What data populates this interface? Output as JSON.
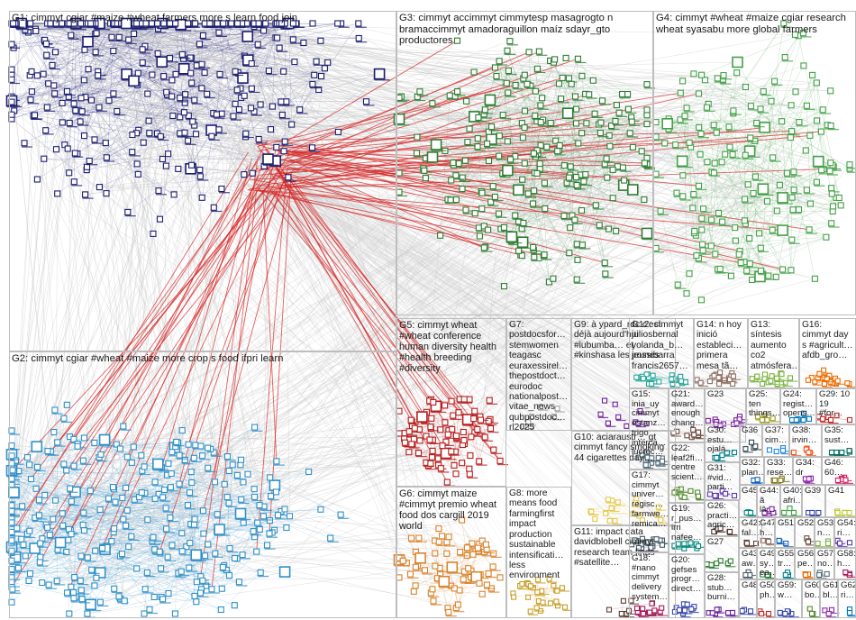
{
  "graph": {
    "edge_colors": {
      "cross": "#c6c6c6",
      "highlight": "#d72020"
    },
    "groups": [
      {
        "id": "G1",
        "label": "G1: cimmyt cgiar #maize #wheat farmers more s learn food join",
        "color": "#1b1d6e"
      },
      {
        "id": "G2",
        "label": "G2: cimmyt cgiar #wheat #maize more crop s food ifpri learn",
        "color": "#2f8fc8"
      },
      {
        "id": "G3",
        "label": "G3: cimmyt accimmyt cimmytesp masagrogto n bramaccimmyt amadoraguillon maíz sdayr_gto productores",
        "color": "#2e7d32"
      },
      {
        "id": "G4",
        "label": "G4: cimmyt #wheat #maize cgiar research wheat syasabu more global farmers",
        "color": "#43a047"
      },
      {
        "id": "G5",
        "label": "G5: cimmyt wheat #wheat conference human diversity health #health breeding #diversity",
        "color": "#b71c1c"
      },
      {
        "id": "G6",
        "label": "G6: cimmyt maize #cimmyt premio wheat food dos cargill 2019 world",
        "color": "#d9822b"
      },
      {
        "id": "G7",
        "label": "G7: postdocsfor… stemwomen teagasc euraxessirel… thepostdoct… eurodoc nationalpost… vitae_news qubpostdoc… rl2025",
        "color": "#9e9e9e"
      },
      {
        "id": "G8",
        "label": "G8: more means food farmingfirst impact production sustainable intensificati… less environment",
        "color": "#c8a02a"
      },
      {
        "id": "G9",
        "label": "G9: à ypard_rdc c'est déjà aujourd'hui #lubumba… et #kinshasa les jeunes",
        "color": "#6a1b9a"
      },
      {
        "id": "G10",
        "label": "G10: aciaraustr… gt cimmyt fancy smoking 44 cigarettes day…",
        "color": "#e6c84a"
      },
      {
        "id": "G11",
        "label": "G11: impact data davidblobell cimmyt research team finds #satellite…",
        "color": "#5d4037"
      },
      {
        "id": "G12",
        "label": "G12: cimmyt juliosbernal yolanda_b… jrossibarra francis2657…",
        "color": "#26a69a"
      },
      {
        "id": "G13",
        "label": "G13: síntesis aumento co2 atmósfera…",
        "color": "#7cb342"
      },
      {
        "id": "G14",
        "label": "G14: n hoy inició estableci… primera mesa tã…",
        "color": "#8d6e63"
      },
      {
        "id": "G15",
        "label": "G15: inia_uy cimmyt estanz… trigo interca… lucrec…",
        "color": "#546e7a"
      },
      {
        "id": "G16",
        "label": "G16: cimmyt day s #agricult… afdb_gro…",
        "color": "#ef6c00"
      },
      {
        "id": "G17",
        "label": "G17: cimmyt univer… regisc… farmwe… remica…",
        "color": "#455a64"
      },
      {
        "id": "G18",
        "label": "G18: #nano cimmyt delivery system…",
        "color": "#ad1457"
      },
      {
        "id": "G19",
        "label": "G19: r_pus… irri nafee… ",
        "color": "#00897b"
      },
      {
        "id": "G20",
        "label": "G20: gefses progr… direct…",
        "color": "#3949ab"
      },
      {
        "id": "G21",
        "label": "G21: award… enough chang…",
        "color": "#6d4c41"
      },
      {
        "id": "G22",
        "label": "G22: leaf2fi… centre scient…",
        "color": "#558b2f"
      },
      {
        "id": "G23",
        "label": "G23",
        "color": "#7b1fa2"
      },
      {
        "id": "G24",
        "label": "G24: regist… opens…",
        "color": "#0277bd"
      },
      {
        "id": "G25",
        "label": "G25: ten things…",
        "color": "#9e9d24"
      },
      {
        "id": "G26",
        "label": "G26: practi… agric…",
        "color": "#4e342e"
      },
      {
        "id": "G27",
        "label": "G27",
        "color": "#2e7d32"
      },
      {
        "id": "G28",
        "label": "G28: stub… burni…",
        "color": "#6a1b9a"
      },
      {
        "id": "G29",
        "label": "G29: 10 19 #for…",
        "color": "#c62828"
      },
      {
        "id": "G30",
        "label": "G30: estu… ojalá…",
        "color": "#00838f"
      },
      {
        "id": "G31",
        "label": "G31: #vid… parti…",
        "color": "#5e35b1"
      },
      {
        "id": "G32",
        "label": "G32: plan…",
        "color": "#1565c0"
      },
      {
        "id": "G33",
        "label": "G33: rese…",
        "color": "#827717"
      },
      {
        "id": "G34",
        "label": "G34: dr",
        "color": "#8e24aa"
      },
      {
        "id": "G35",
        "label": "G35: sust…",
        "color": "#00695c"
      },
      {
        "id": "G36",
        "label": "G36",
        "color": "#37474f"
      },
      {
        "id": "G37",
        "label": "G37: cim…",
        "color": "#1e88e5"
      },
      {
        "id": "G38",
        "label": "G38: irvin…",
        "color": "#f4511e"
      },
      {
        "id": "G39",
        "label": "G39",
        "color": "#3949ab"
      },
      {
        "id": "G40",
        "label": "G40: afri…",
        "color": "#43a047"
      },
      {
        "id": "G41",
        "label": "G41",
        "color": "#c0ca33"
      },
      {
        "id": "G42",
        "label": "G42: fal…",
        "color": "#5d4037"
      },
      {
        "id": "G43",
        "label": "G43: aw…",
        "color": "#455a64"
      },
      {
        "id": "G44",
        "label": "G44: ã lâ…",
        "color": "#7b1fa2"
      },
      {
        "id": "G45",
        "label": "G45",
        "color": "#00897b"
      },
      {
        "id": "G46",
        "label": "G46: 60…",
        "color": "#d81b60"
      },
      {
        "id": "G47",
        "label": "G47: h…",
        "color": "#8d6e63"
      },
      {
        "id": "G48",
        "label": "G48",
        "color": "#3949ab"
      },
      {
        "id": "G49",
        "label": "G49: sy… ea…",
        "color": "#2e7d32"
      },
      {
        "id": "G50",
        "label": "G50: ph…",
        "color": "#c62828"
      },
      {
        "id": "G51",
        "label": "G51",
        "color": "#1565c0"
      },
      {
        "id": "G52",
        "label": "G52",
        "color": "#6d4c41"
      },
      {
        "id": "G53",
        "label": "G53: n…",
        "color": "#7cb342"
      },
      {
        "id": "G54",
        "label": "G54: ri…",
        "color": "#5e35b1"
      },
      {
        "id": "G55",
        "label": "G55: tr…",
        "color": "#00838f"
      },
      {
        "id": "G56",
        "label": "G56: pe…",
        "color": "#ef6c00"
      },
      {
        "id": "G57",
        "label": "G57: no…",
        "color": "#546e7a"
      },
      {
        "id": "G58",
        "label": "G58: h…",
        "color": "#ad1457"
      },
      {
        "id": "G59",
        "label": "G59: w…",
        "color": "#3949ab"
      },
      {
        "id": "G60",
        "label": "G60: bo…",
        "color": "#558b2f"
      },
      {
        "id": "G61",
        "label": "G61: bl…",
        "color": "#8e24aa"
      },
      {
        "id": "G62",
        "label": "G62: ri…",
        "color": "#0277bd"
      }
    ]
  }
}
